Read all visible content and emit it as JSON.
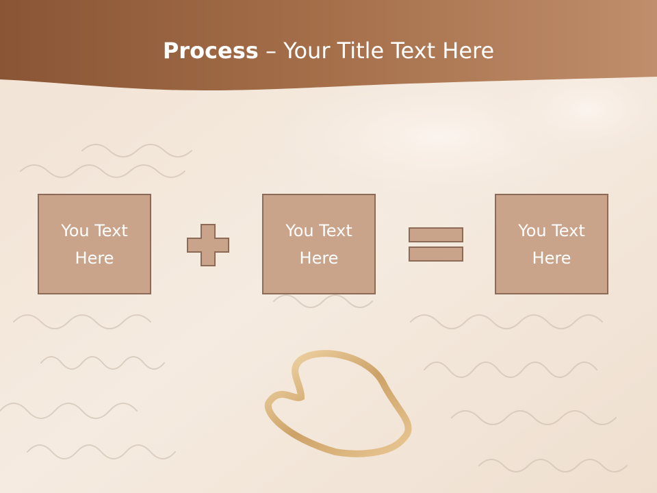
{
  "slide": {
    "title_bold": "Process",
    "title_rest": " – Your Title Text Here"
  },
  "process": {
    "boxes": [
      {
        "text": "You Text Here"
      },
      {
        "text": "You Text Here"
      },
      {
        "text": "You Text Here"
      }
    ],
    "operators": [
      "plus-icon",
      "equals-icon"
    ]
  },
  "colors": {
    "header": "#a8704a",
    "box_fill": "#c9a48a",
    "box_border": "#8b6b57",
    "text": "#ffffff"
  }
}
